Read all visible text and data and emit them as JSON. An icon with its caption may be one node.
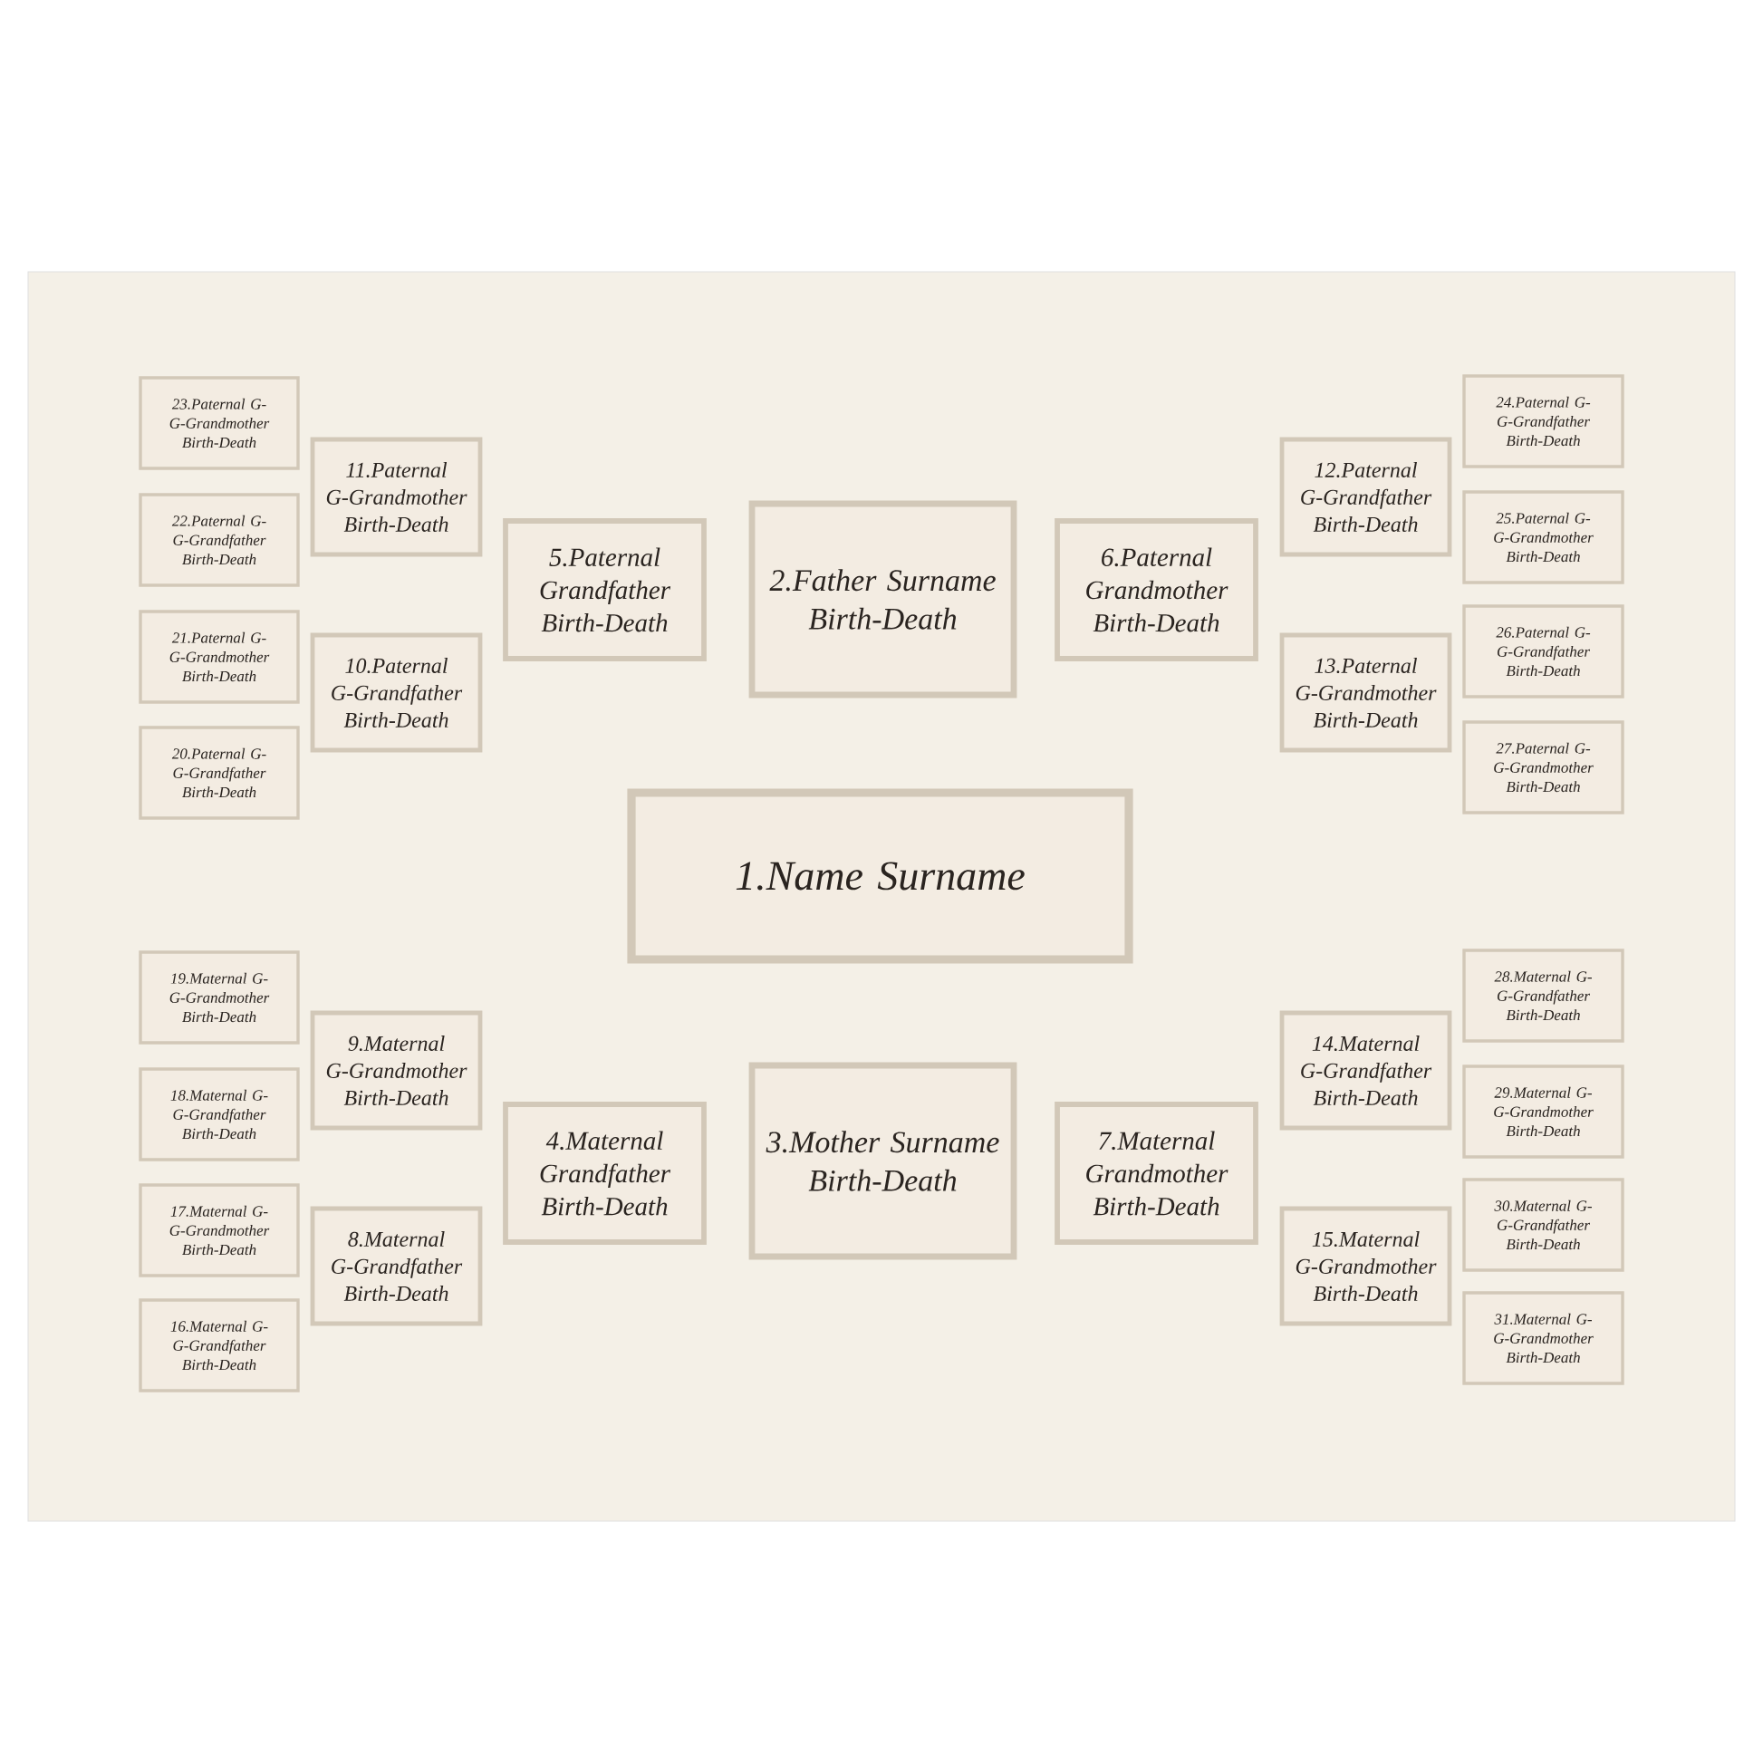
{
  "diagram": {
    "nodes": [
      {
        "text": [
          "1.Name Surname"
        ]
      },
      {
        "text": [
          "2.Father Surname Birth-Death"
        ]
      },
      {
        "text": [
          "3.Mother Surname Birth-Death"
        ]
      },
      {
        "text": [
          "4.Maternal Grandfather Birth-Death"
        ]
      },
      {
        "text": [
          "5.Paternal Grandfather Birth-Death"
        ]
      },
      {
        "text": [
          "6.Paternal Grandmother Birth-Death"
        ]
      },
      {
        "text": [
          "7.Maternal Grandmother Birth-Death"
        ]
      },
      {
        "text": [
          "8.Maternal G-Grandfather Birth-Death"
        ]
      },
      {
        "text": [
          "9.Maternal G-Grandmother Birth-Death"
        ]
      },
      {
        "text": [
          "10.Paternal G-Grandfather Birth-Death"
        ]
      },
      {
        "text": [
          "11.Paternal G-Grandmother Birth-Death"
        ]
      },
      {
        "text": [
          "12.Paternal G-Grandfather Birth-Death"
        ]
      },
      {
        "text": [
          "13.Paternal G-Grandmother Birth-Death"
        ]
      },
      {
        "text": [
          "14.Maternal G-Grandfather Birth-Death"
        ]
      },
      {
        "text": [
          "15.Maternal G-Grandmother Birth-Death"
        ]
      },
      {
        "text": [
          "16.Maternal G-G-Grandfather Birth-Death"
        ]
      },
      {
        "text": [
          "17.Maternal G-G-Grandmother Birth-Death"
        ]
      },
      {
        "text": [
          "18.Maternal G-G-Grandfather Birth-Death"
        ]
      },
      {
        "text": [
          "19.Maternal G-G-Grandmother Birth-Death"
        ]
      },
      {
        "text": [
          "20.Paternal G-G-Grandfather Birth-Death"
        ]
      },
      {
        "text": [
          "21.Paternal G-G-Grandmother Birth-Death"
        ]
      },
      {
        "text": [
          "22.Paternal G-G-Grandfather Birth-Death"
        ]
      },
      {
        "text": [
          "23.Paternal G-G-Grandmother Birth-Death"
        ]
      },
      {
        "text": [
          "24.Paternal G-G-Grandfather Birth-Death"
        ]
      },
      {
        "text": [
          "25.Paternal G-G-Grandmother Birth-Death"
        ]
      },
      {
        "text": [
          "26.Paternal G-G-Grandfather Birth-Death"
        ]
      },
      {
        "text": [
          "27.Paternal G-G-Grandmother Birth-Death"
        ]
      },
      {
        "text": [
          "28.Maternal G-G-Grandfather Birth-Death"
        ]
      },
      {
        "text": [
          "29.Maternal G-G-Grandmother Birth-Death"
        ]
      },
      {
        "text": [
          "30.Maternal G-G-Grandfather Birth-Death"
        ]
      },
      {
        "text": [
          "31.Maternal G-G-Grandmother Birth-Death"
        ]
      }
    ]
  }
}
